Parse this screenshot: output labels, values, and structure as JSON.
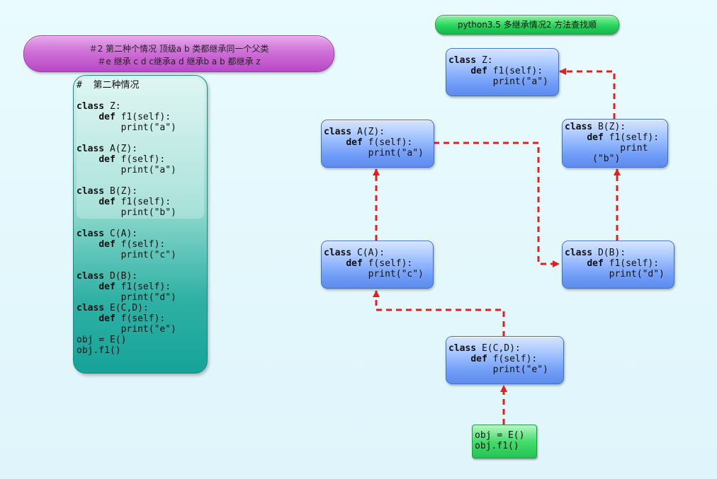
{
  "banner": {
    "line1": "＃2 第二种个情况 顶级a b 类都继承同一个父类",
    "line2": "＃e 继承 c d  c继承a  d 继承b   a b 都继承 z"
  },
  "title": "python3.5  多继承情况2 方法查找顺",
  "code_panel": [
    "#  第二种情况",
    "",
    "class Z:",
    "    def f1(self):",
    "        print(\"a\")",
    "",
    "class A(Z):",
    "    def f(self):",
    "        print(\"a\")",
    "",
    "class B(Z):",
    "    def f1(self):",
    "        print(\"b\")",
    "",
    "class C(A):",
    "    def f(self):",
    "        print(\"c\")",
    "",
    "class D(B):",
    "    def f1(self):",
    "        print(\"d\")",
    "class E(C,D):",
    "    def f(self):",
    "        print(\"e\")",
    "obj = E()",
    "obj.f1()"
  ],
  "boxes": {
    "z": [
      "class Z:",
      "    def f1(self):",
      "        print(\"a\")"
    ],
    "a": [
      "class A(Z):",
      "    def f(self):",
      "        print(\"a\")"
    ],
    "b": [
      "class B(Z):",
      "    def f1(self):",
      "          print",
      "     (\"b\")"
    ],
    "c": [
      "class C(A):",
      "    def f(self):",
      "        print(\"c\")"
    ],
    "d": [
      "class D(B):",
      "    def f1(self):",
      "        print(\"d\")"
    ],
    "e": [
      "class E(C,D):",
      "    def f(self):",
      "        print(\"e\")"
    ],
    "obj": [
      "obj = E()",
      "obj.f1()"
    ]
  },
  "colors": {
    "arrow": "#e02020",
    "box_blue": "#6f9cf6",
    "panel_teal": "#16a399",
    "banner_purple": "#cf6fd8",
    "title_green": "#27d45c"
  }
}
